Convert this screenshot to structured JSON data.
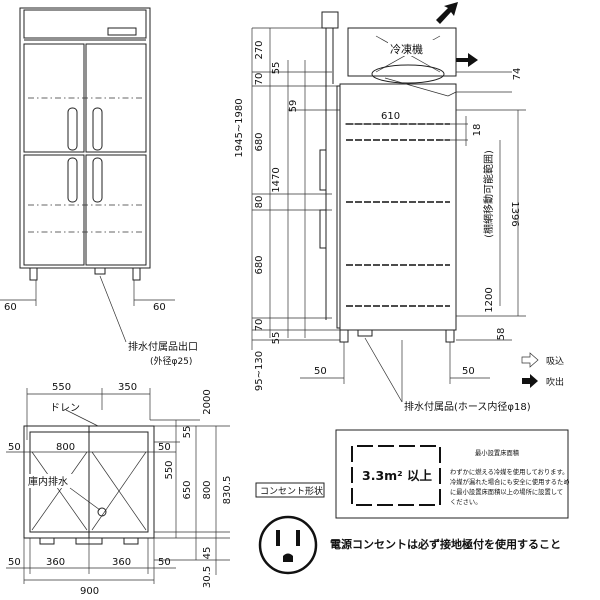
{
  "front": {
    "dim_left": "60",
    "dim_right": "60",
    "drain_outlet_label": "排水付属品出口",
    "drain_outlet_diameter": "(外径φ25)"
  },
  "side": {
    "dims_left": [
      "270",
      "70",
      "680",
      "80",
      "680",
      "70",
      "55"
    ],
    "dim_55_top": "55",
    "dim_59": "59",
    "dim_1470": "1470",
    "dim_total": "1945~1980",
    "dim_bottom": "95~130",
    "dim_610": "610",
    "dim_74": "74",
    "dim_18": "18",
    "dim_1396": "1396",
    "dim_1200": "1200",
    "shelf_note": "(棚網移動可能範囲)",
    "dim_58": "58",
    "dim_50_left": "50",
    "dim_50_right": "50",
    "condenser_label": "冷凍機",
    "drain_part_label": "排水付属品(ホース内径φ18)"
  },
  "legend": {
    "intake": "吸込",
    "exhaust": "吹出"
  },
  "plan": {
    "dim_550": "550",
    "dim_350": "350",
    "drain_label": "ドレン",
    "dim_2000": "2000",
    "dim_50_top": "50",
    "dim_800_top": "800",
    "dim_50_top_right": "50",
    "dim_55": "55",
    "dim_550_v": "550",
    "dim_650": "650",
    "dim_800_v": "800",
    "dim_830_5": "830.5",
    "interior_drain_label": "庫内排水",
    "dim_50_bl": "50",
    "dim_360_left": "360",
    "dim_360_right": "360",
    "dim_50_br": "50",
    "dim_900": "900",
    "dim_45": "45",
    "dim_30_5": "30.5"
  },
  "install": {
    "title": "最小設置床面積",
    "area": "3.3m² 以上",
    "note_lines": [
      "わずかに燃える冷媒を使用しております。",
      "冷媒が漏れた場合にも安全に使用するため",
      "に最小設置床面積以上の場所に設置して",
      "ください。"
    ]
  },
  "outlet": {
    "shape_label": "コンセント形状",
    "warning": "電源コンセントは必ず接地極付を使用すること"
  }
}
